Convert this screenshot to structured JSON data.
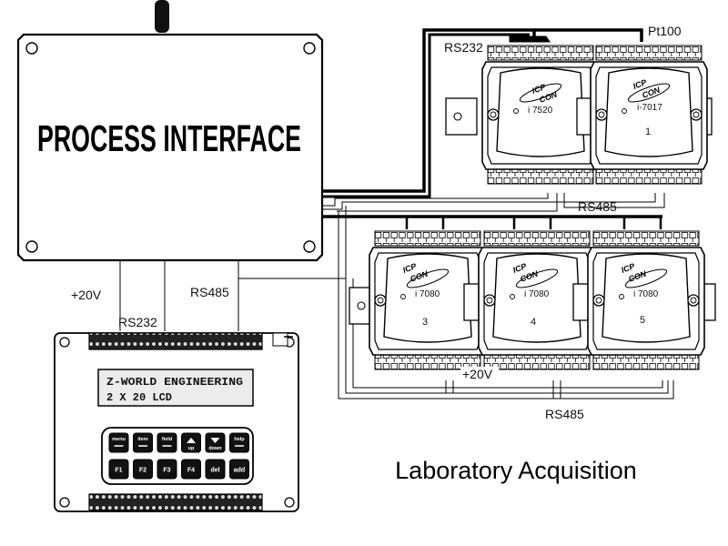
{
  "process_interface": {
    "title": "PROCESS INTERFACE"
  },
  "labels": {
    "rs232_top": "RS232",
    "pt100": "Pt100",
    "rs485_top": "RS485",
    "plus20v_left": "+20V",
    "rs232_left": "RS232",
    "rs485_left": "RS485",
    "plus20v_bottom": "+20V",
    "rs485_bottom": "RS485"
  },
  "modules": [
    {
      "model": "i 7520",
      "number": ""
    },
    {
      "model": "i-7017",
      "number": "1"
    },
    {
      "model": "i 7080",
      "number": "3"
    },
    {
      "model": "i 7080",
      "number": "4"
    },
    {
      "model": "i 7080",
      "number": "5"
    }
  ],
  "logo": {
    "top": "ICP",
    "bottom": "CON"
  },
  "lcd": {
    "line1": "Z-WORLD ENGINEERING",
    "line2": "2 X 20 LCD"
  },
  "keypad": {
    "row1": [
      {
        "label": "menu",
        "icon": "underscore-icon"
      },
      {
        "label": "item",
        "icon": "underscore-icon"
      },
      {
        "label": "field",
        "icon": "underscore-icon"
      },
      {
        "label": "up",
        "icon": "triangle-up-icon"
      },
      {
        "label": "down",
        "icon": "triangle-down-icon"
      },
      {
        "label": "help",
        "icon": "underscore-icon"
      }
    ],
    "row2": [
      "F1",
      "F2",
      "F3",
      "F4",
      "del",
      "add"
    ]
  },
  "caption": "Laboratory Acquisition"
}
